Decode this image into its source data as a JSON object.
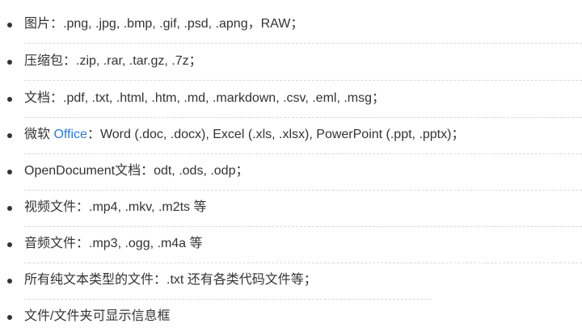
{
  "items": [
    {
      "text": "图片：.png, .jpg, .bmp, .gif, .psd, .apng，RAW；"
    },
    {
      "text": "压缩包：.zip, .rar, .tar.gz, .7z；"
    },
    {
      "text": "文档：.pdf, .txt, .html, .htm, .md, .markdown, .csv, .eml, .msg；"
    },
    {
      "prefix": "微软 ",
      "link": "Office",
      "suffix": "：Word (.doc, .docx), Excel (.xls, .xlsx), PowerPoint (.ppt, .pptx)；"
    },
    {
      "text": "OpenDocument文档：odt, .ods, .odp；"
    },
    {
      "text": "视频文件：.mp4, .mkv, .m2ts 等"
    },
    {
      "text": "音频文件：.mp3, .ogg, .m4a 等"
    },
    {
      "text": "所有纯文本类型的文件：.txt 还有各类代码文件等；"
    },
    {
      "text": "文件/文件夹可显示信息框"
    }
  ],
  "colors": {
    "text": "#333333",
    "link": "#2a7ae2",
    "bullet": "#333333",
    "divider": "#d9d9d9"
  }
}
